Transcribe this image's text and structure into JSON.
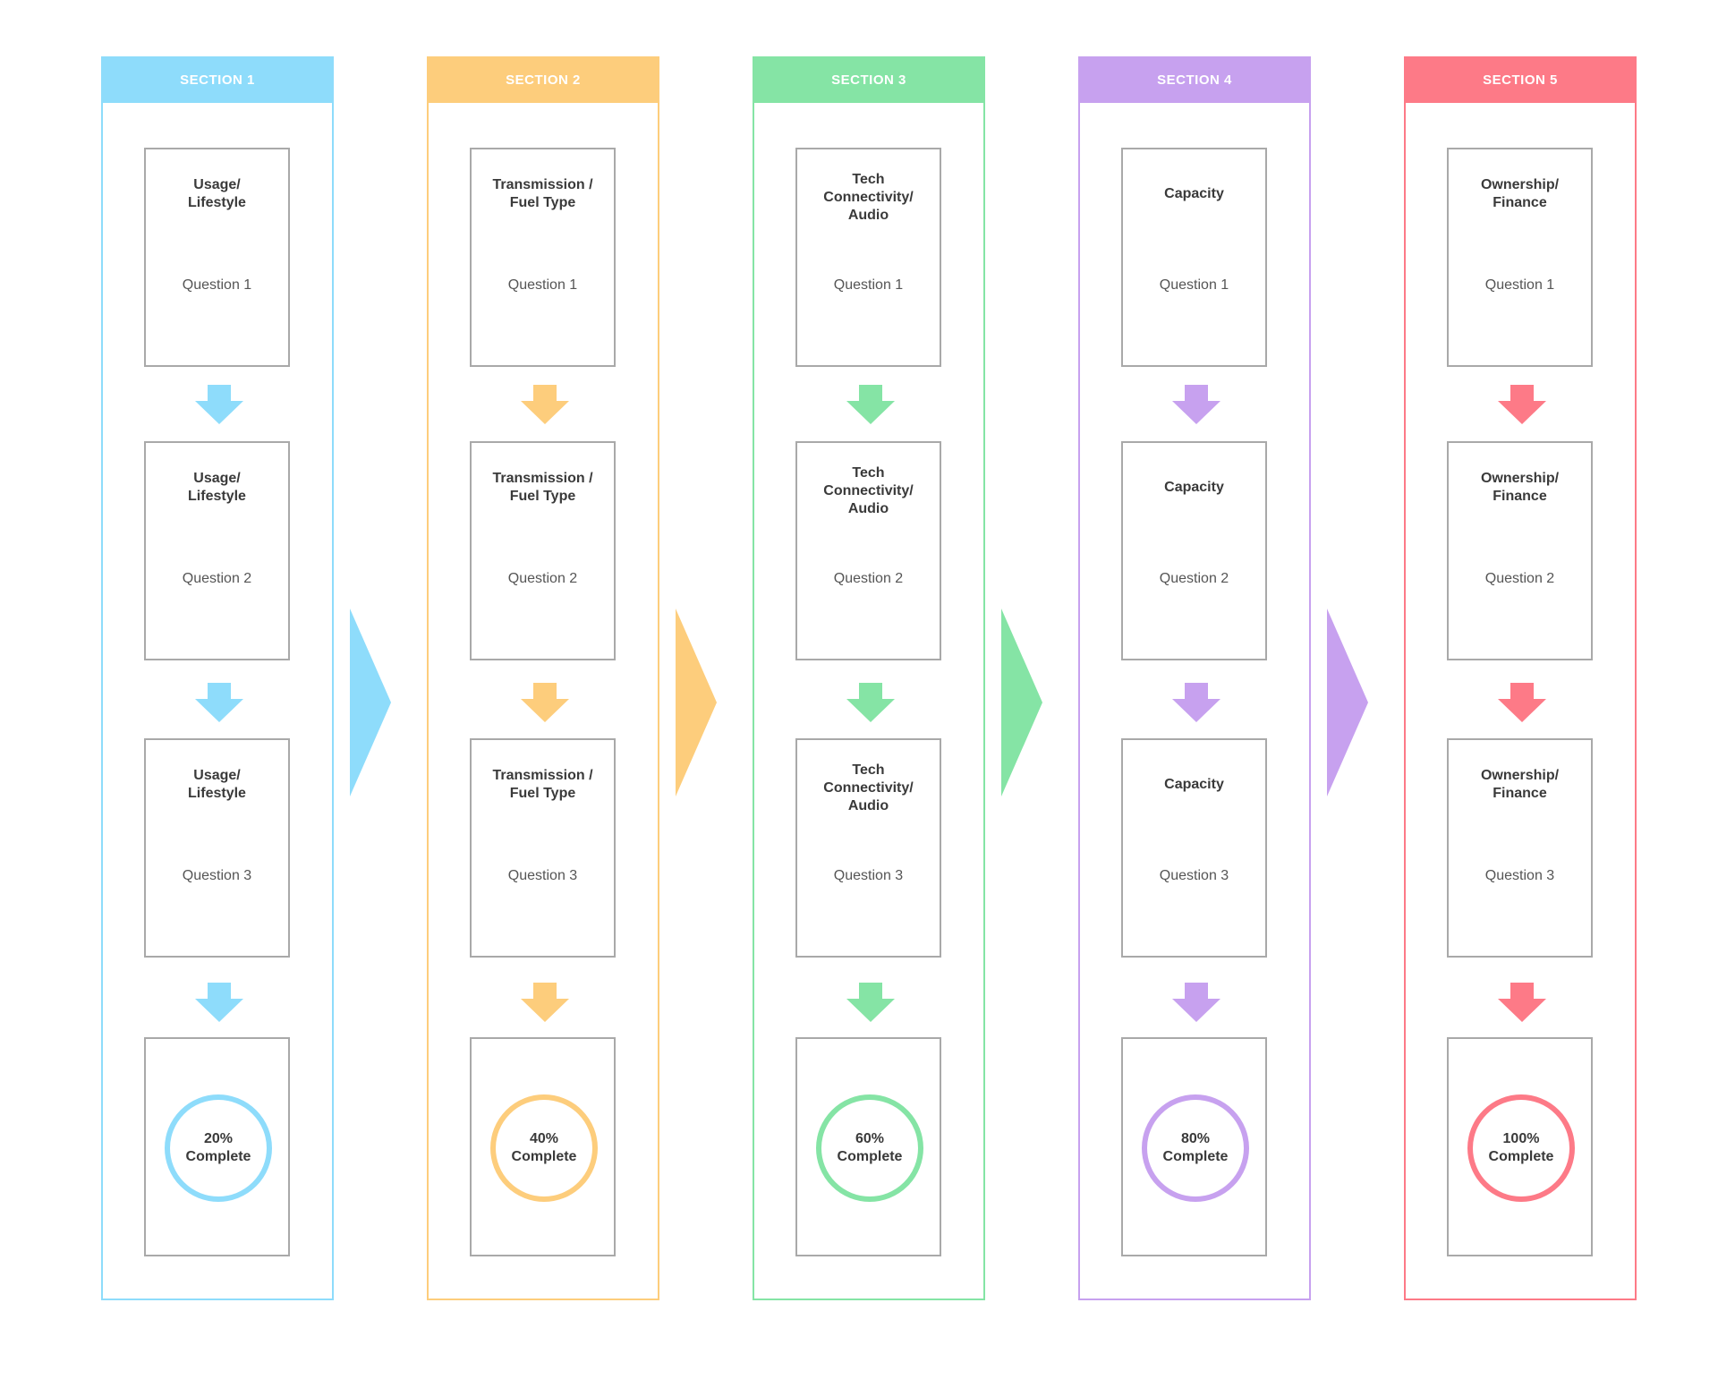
{
  "sections": [
    {
      "label": "SECTION 1",
      "color": "#8edcfb",
      "titles": [
        "Usage/\nLifestyle",
        "Usage/\nLifestyle",
        "Usage/\nLifestyle"
      ],
      "questions": [
        "Question 1",
        "Question 2",
        "Question 3"
      ],
      "progress": "20%",
      "progress_label": "Complete",
      "progress_value": 0.2
    },
    {
      "label": "SECTION 2",
      "color": "#fdcd7c",
      "titles": [
        "Transmission /\nFuel Type",
        "Transmission /\nFuel Type",
        "Transmission /\nFuel Type"
      ],
      "questions": [
        "Question 1",
        "Question 2",
        "Question 3"
      ],
      "progress": "40%",
      "progress_label": "Complete",
      "progress_value": 0.4
    },
    {
      "label": "SECTION 3",
      "color": "#85e4a5",
      "titles": [
        "Tech\nConnectivity/\nAudio",
        "Tech\nConnectivity/\nAudio",
        "Tech\nConnectivity/\nAudio"
      ],
      "questions": [
        "Question 1",
        "Question 2",
        "Question 3"
      ],
      "progress": "60%",
      "progress_label": "Complete",
      "progress_value": 0.6
    },
    {
      "label": "SECTION 4",
      "color": "#c7a1ef",
      "titles": [
        "Capacity",
        "Capacity",
        "Capacity"
      ],
      "questions": [
        "Question 1",
        "Question 2",
        "Question 3"
      ],
      "progress": "80%",
      "progress_label": "Complete",
      "progress_value": 0.8
    },
    {
      "label": "SECTION 5",
      "color": "#fd7a87",
      "titles": [
        "Ownership/\nFinance",
        "Ownership/\nFinance",
        "Ownership/\nFinance"
      ],
      "questions": [
        "Question 1",
        "Question 2",
        "Question 3"
      ],
      "progress": "100%",
      "progress_label": "Complete",
      "progress_value": 1.0
    }
  ],
  "card_border_color": "#a9a9a9"
}
